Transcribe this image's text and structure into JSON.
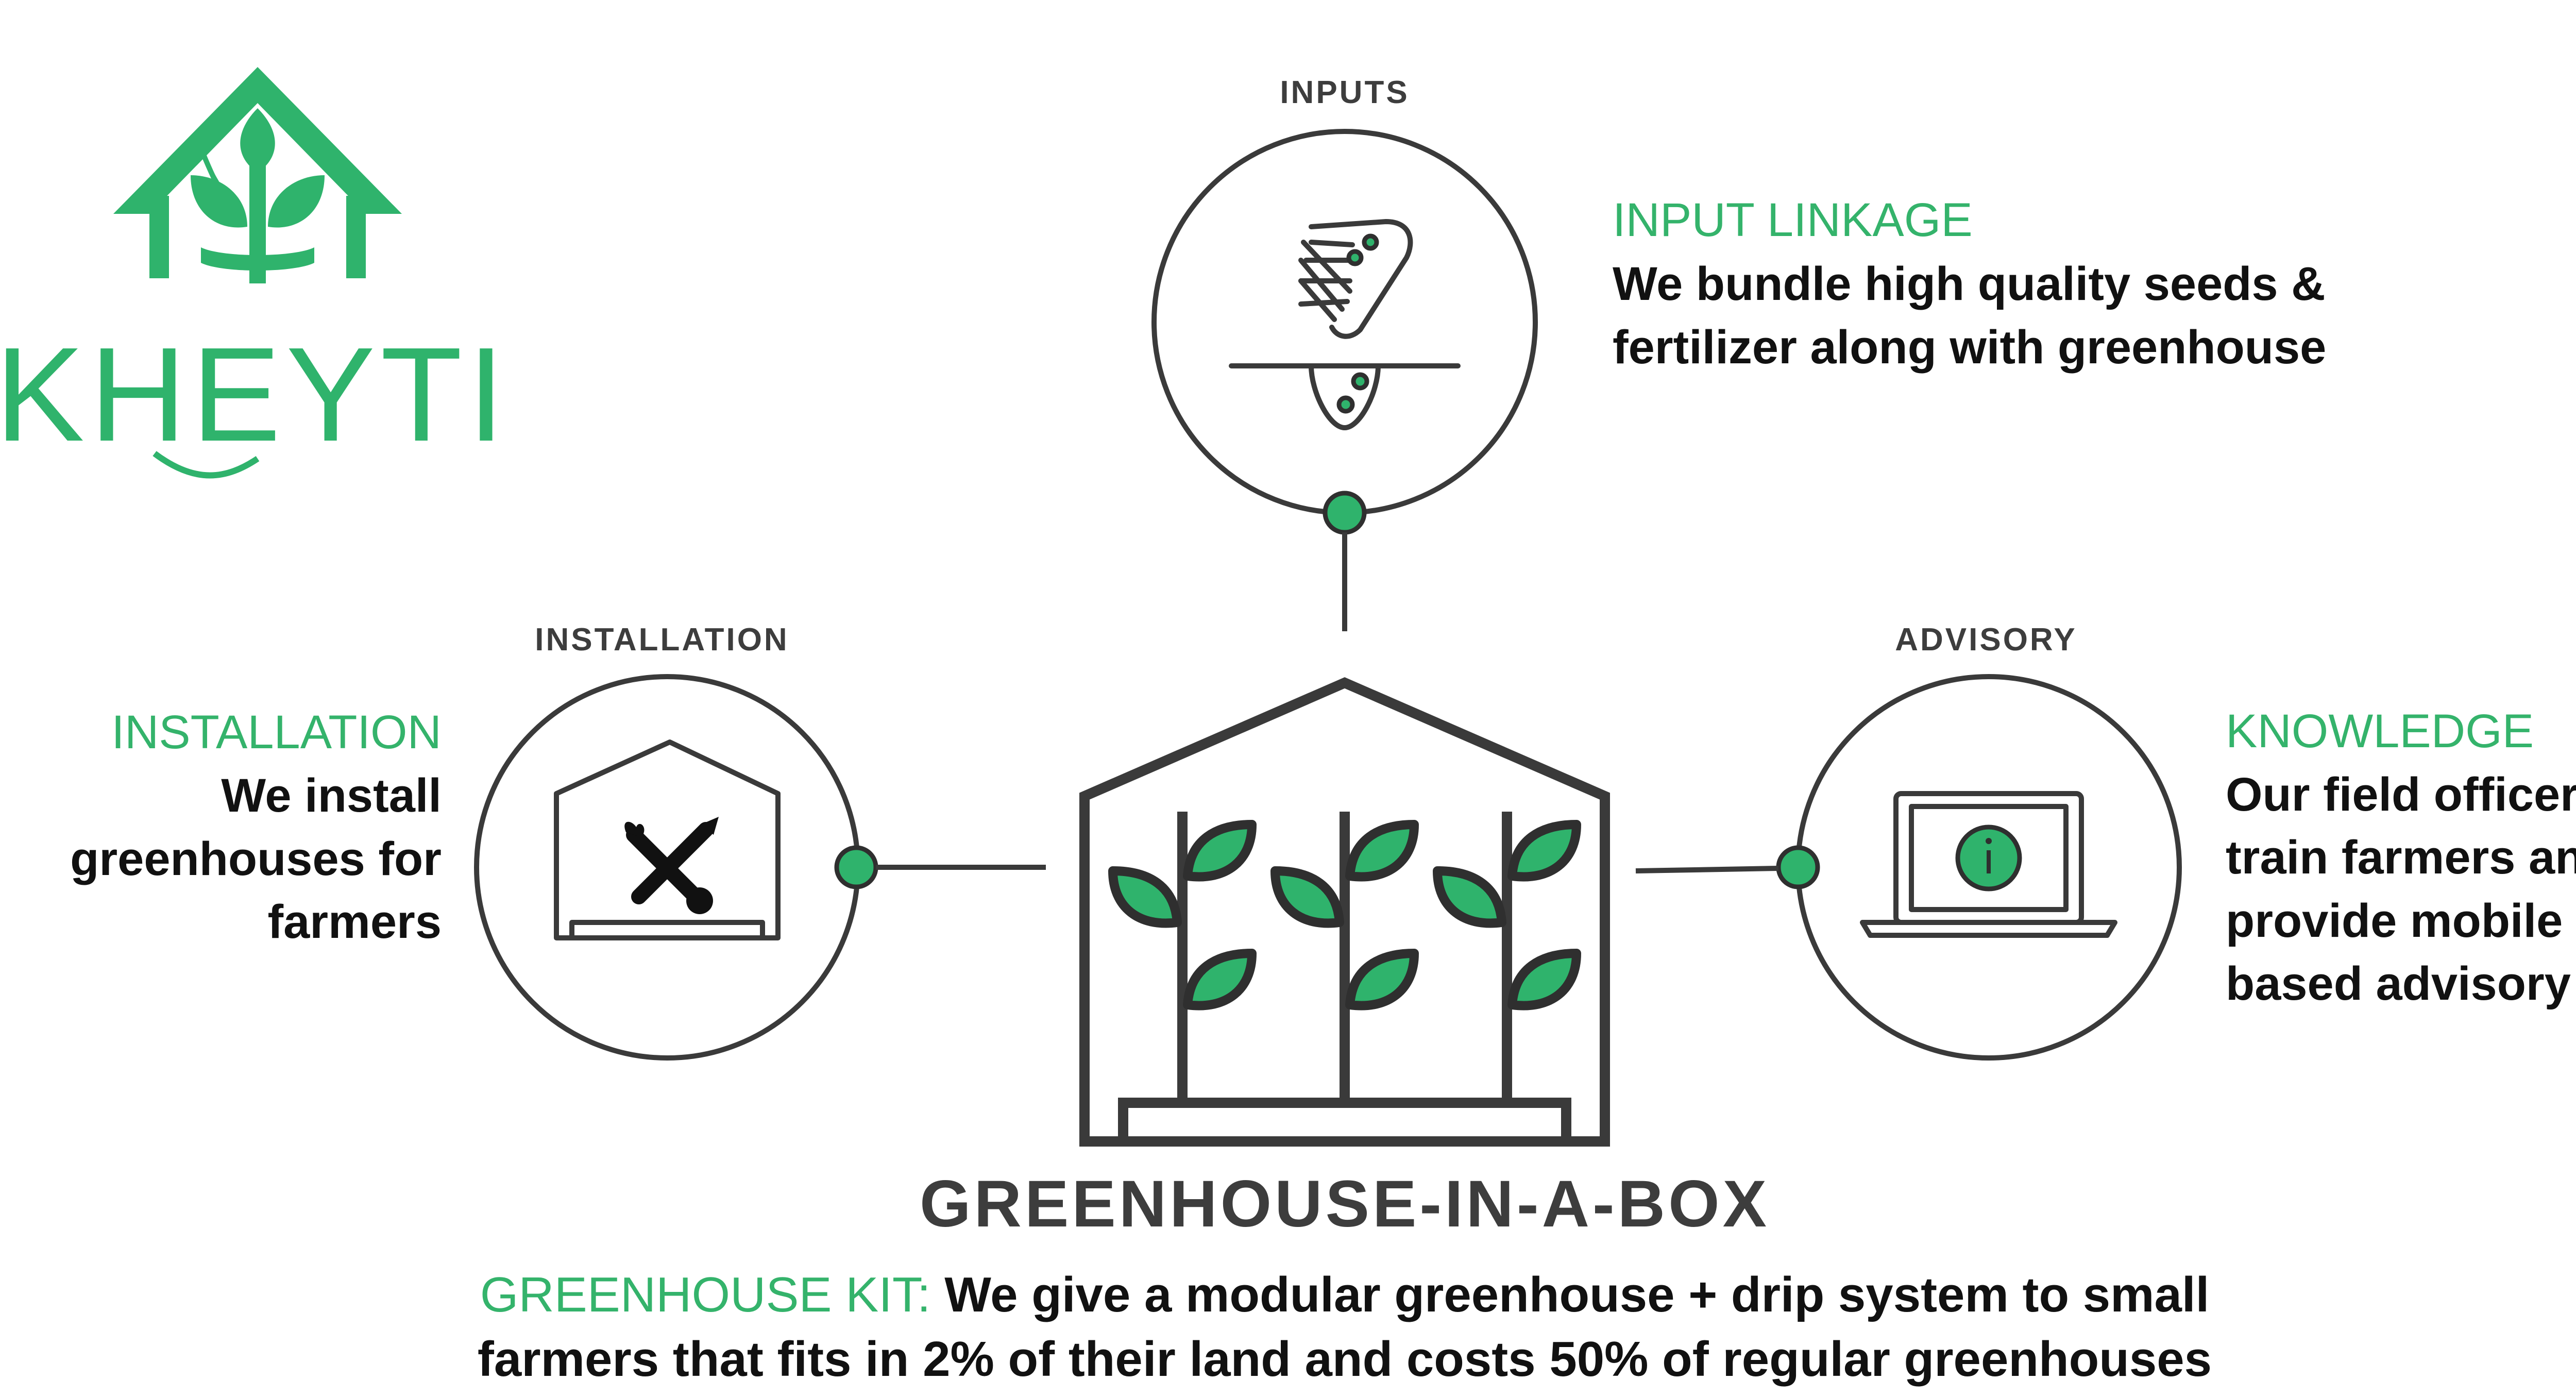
{
  "logo": {
    "text": "KHEYTI"
  },
  "inputs": {
    "label": "INPUTS",
    "heading": "INPUT LINKAGE",
    "lines": [
      "We bundle high quality seeds &",
      "fertilizer along with greenhouse"
    ]
  },
  "installation": {
    "label": "INSTALLATION",
    "heading": "INSTALLATION",
    "lines": [
      "We install",
      "greenhouses for",
      "farmers"
    ]
  },
  "advisory": {
    "label": "ADVISORY",
    "heading": "KNOWLEDGE",
    "lines": [
      "Our field officers",
      "train farmers and",
      "provide mobile",
      "based advisory"
    ]
  },
  "center": {
    "title": "GREENHOUSE-IN-A-BOX",
    "kit_heading": "GREENHOUSE KIT:",
    "kit_line1": " We give a modular greenhouse + drip system to small",
    "kit_line2": "farmers that fits in 2% of their land and costs 50% of regular greenhouses"
  },
  "colors": {
    "accent": "#2fb36c",
    "stroke": "#3a3a3a",
    "text": "#111111"
  },
  "icons": [
    "kheyti-logo-icon",
    "seed-hand-icon",
    "greenhouse-tools-icon",
    "laptop-info-icon",
    "greenhouse-plants-icon"
  ]
}
